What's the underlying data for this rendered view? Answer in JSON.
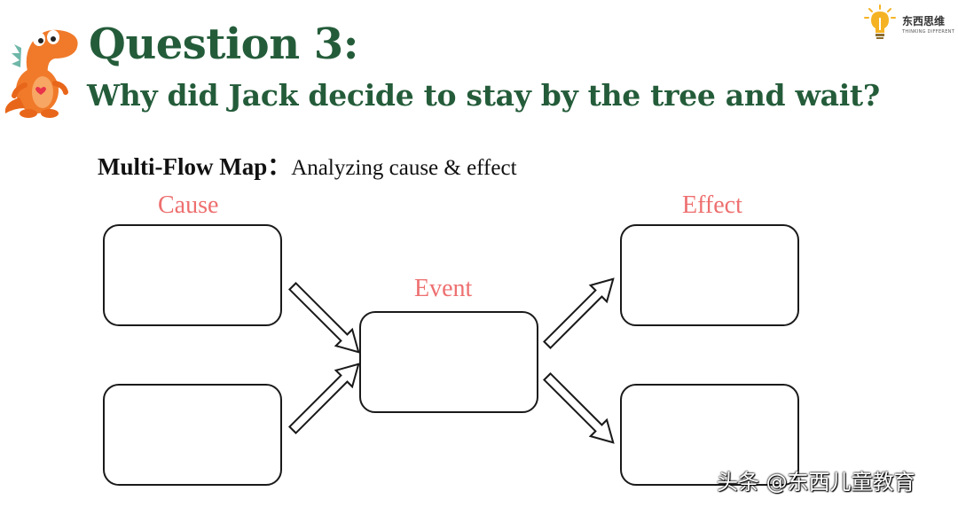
{
  "header": {
    "title": "Question 3:",
    "question": "Why did Jack decide to stay by the tree and wait?"
  },
  "map": {
    "heading_bold": "Multi-Flow Map：",
    "heading_rest": "Analyzing cause & effect",
    "cause_label": "Cause",
    "event_label": "Event",
    "effect_label": "Effect"
  },
  "logo": {
    "name": "东西思维",
    "tagline": "THINKING DIFFERENT"
  },
  "watermark": "头条 @东西儿童教育",
  "colors": {
    "title": "#245c3a",
    "label": "#ee6f6f",
    "mascot": "#f07a2a"
  },
  "icons": [
    "dinosaur-mascot-icon",
    "lightbulb-logo-icon"
  ]
}
